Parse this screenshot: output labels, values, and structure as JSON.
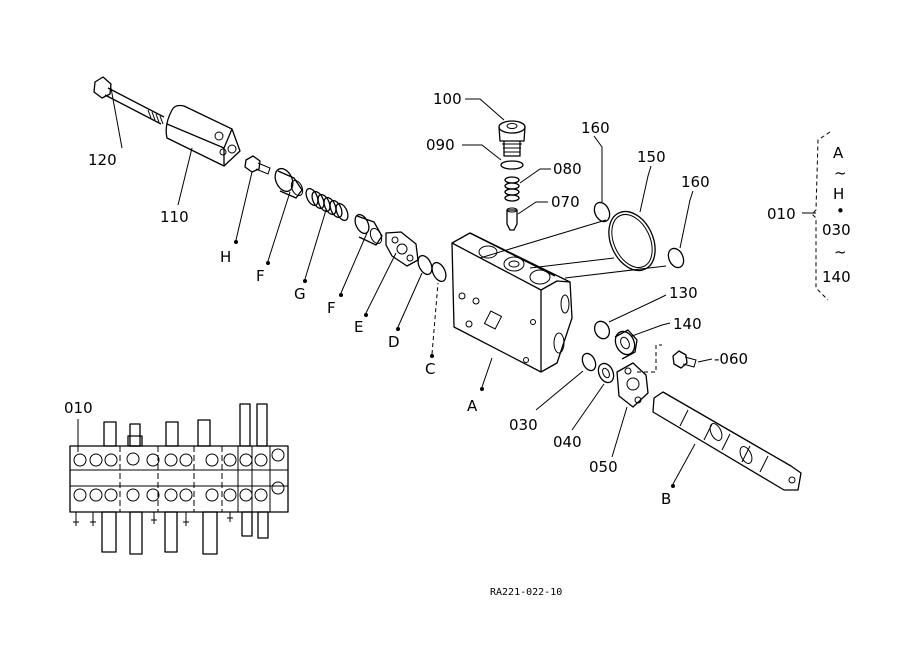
{
  "parts": {
    "p100": "100",
    "p090": "090",
    "p080": "080",
    "p070": "070",
    "p160a": "160",
    "p150": "150",
    "p160b": "160",
    "p130": "130",
    "p140": "140",
    "p060": "-060",
    "p120": "120",
    "p110": "110",
    "p030": "030",
    "p040": "040",
    "p050": "050"
  },
  "letters": {
    "A": "A",
    "B": "B",
    "C": "C",
    "D": "D",
    "E": "E",
    "F1": "F",
    "G": "G",
    "F2": "F",
    "H": "H"
  },
  "kit": {
    "label": "010",
    "lines": [
      "A",
      "~",
      "H",
      "•",
      "030",
      "~",
      "140"
    ]
  },
  "assembly": {
    "label": "010"
  },
  "reference_code": "RA221-022-10"
}
